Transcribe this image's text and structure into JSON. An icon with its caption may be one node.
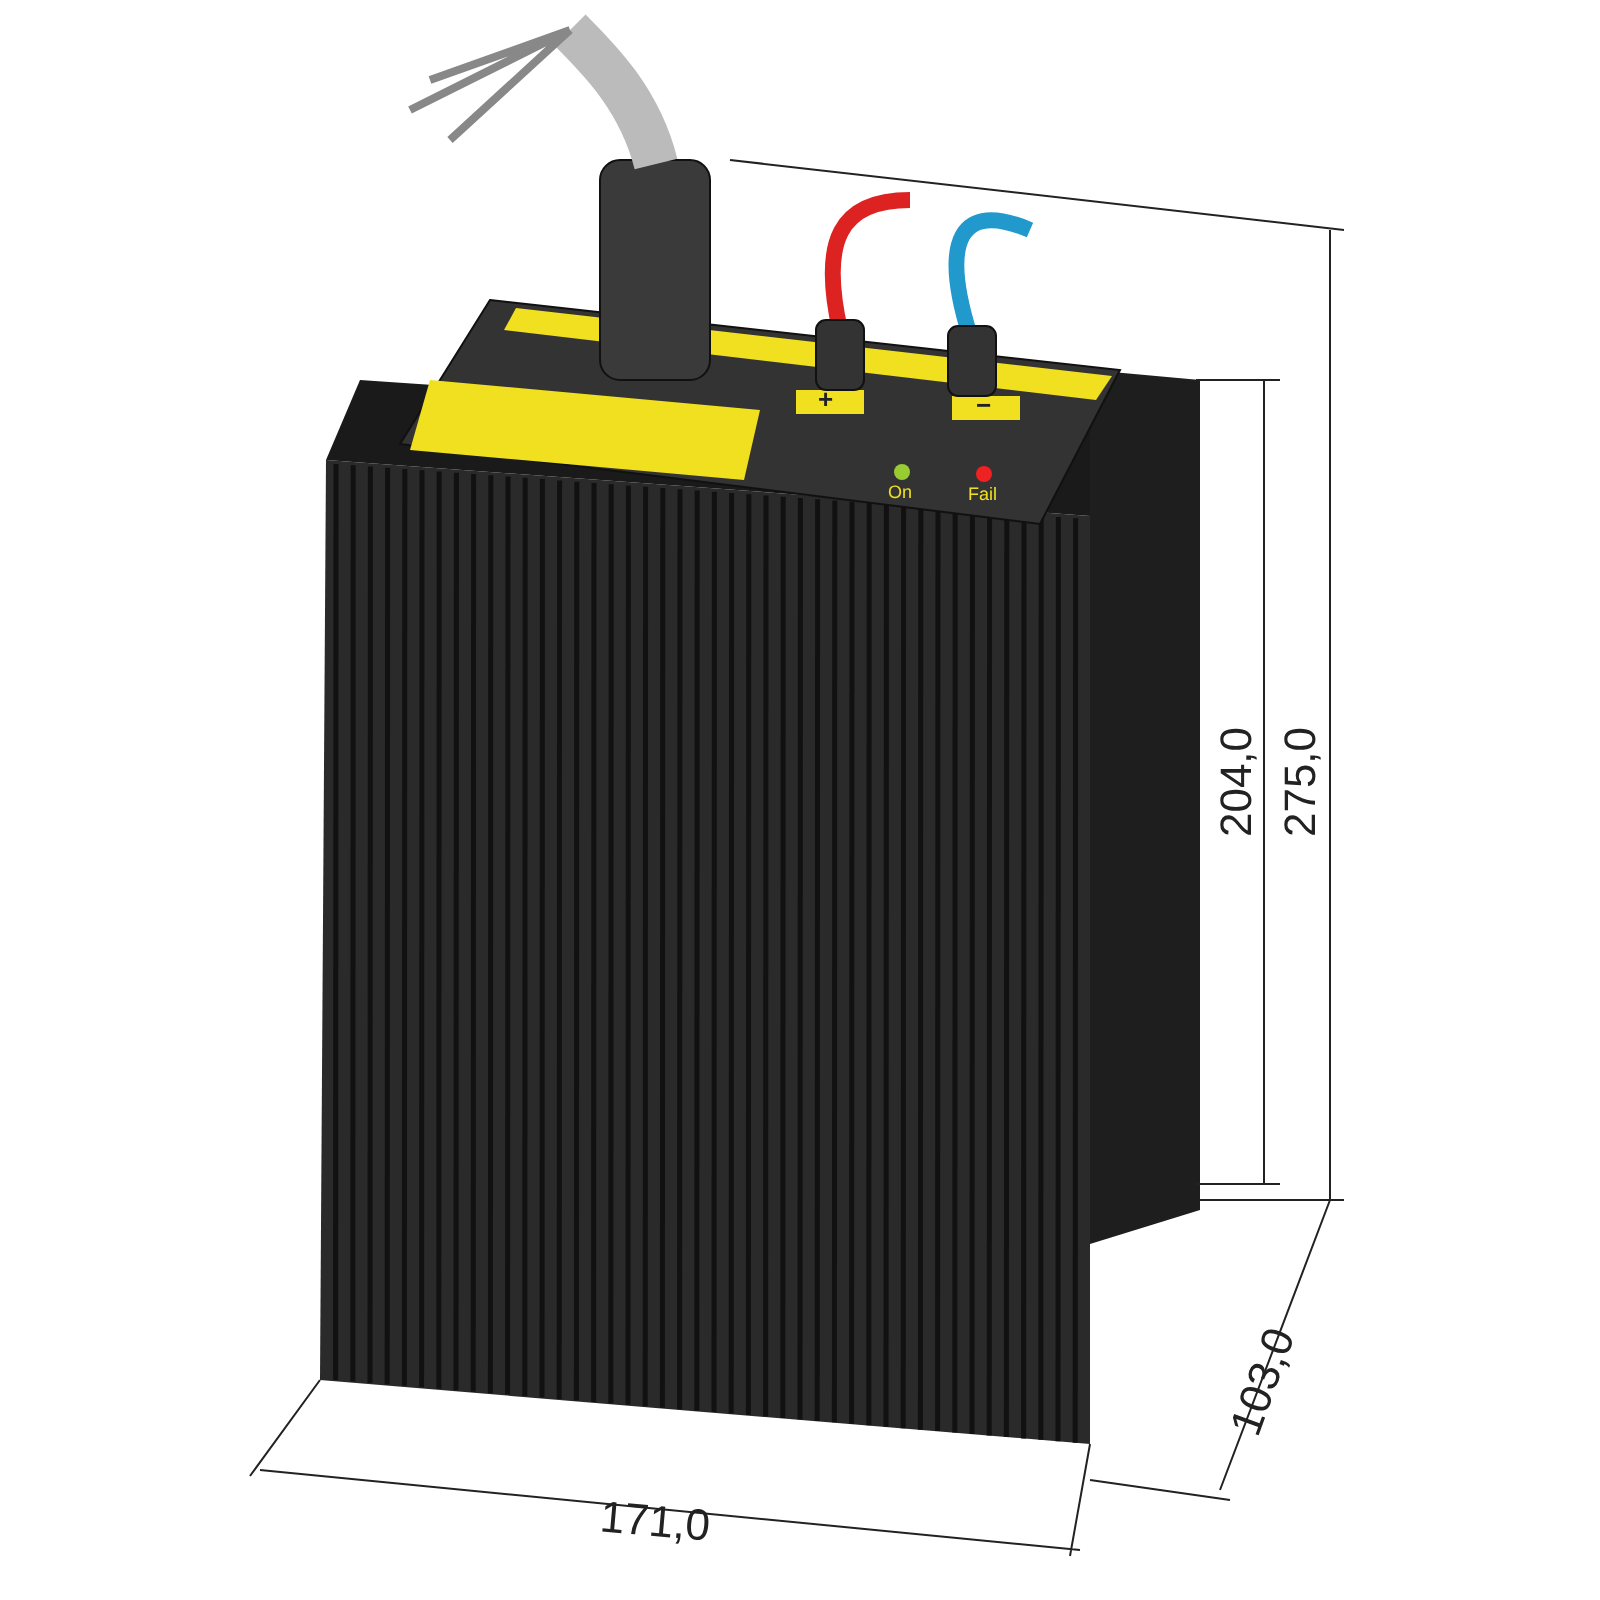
{
  "diagram": {
    "labels": [
      "+",
      "−",
      "On",
      "Fail",
      "204,0",
      "275,0",
      "103,0",
      "171,0"
    ]
  }
}
